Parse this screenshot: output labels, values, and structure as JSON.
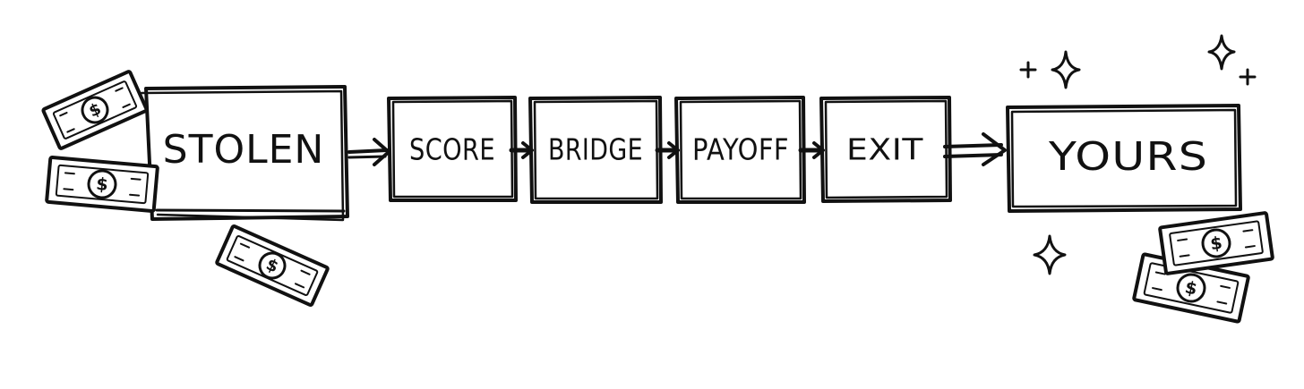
{
  "steps": [
    {
      "label": "STOLEN"
    },
    {
      "label": "SCORE"
    },
    {
      "label": "BRIDGE"
    },
    {
      "label": "PAYOFF"
    },
    {
      "label": "EXIT"
    },
    {
      "label": "YOURS"
    }
  ],
  "bill_symbol": "$",
  "ink_color": "#111111",
  "paper_color": "#ffffff"
}
